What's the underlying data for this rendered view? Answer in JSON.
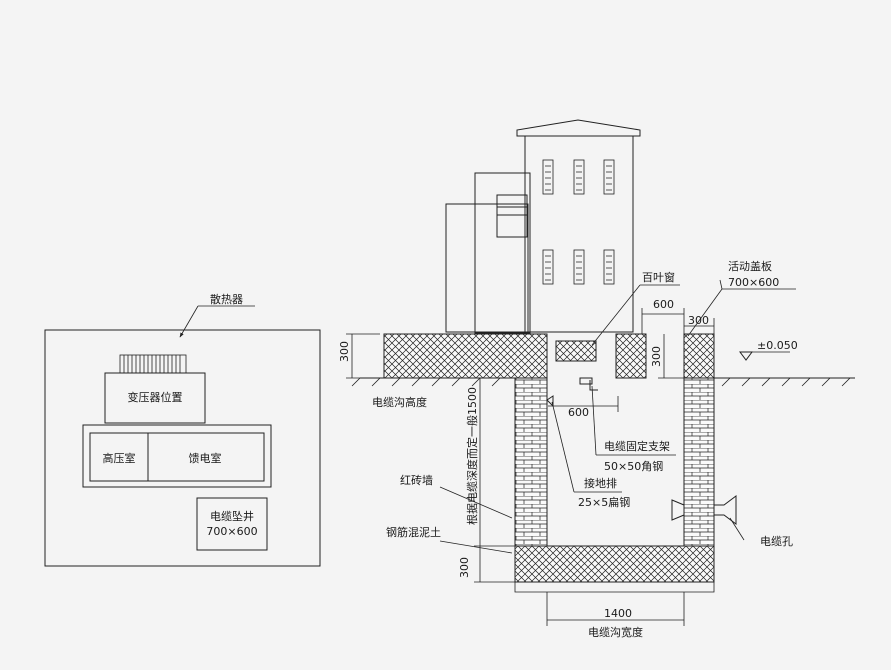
{
  "plan": {
    "radiator": "散热器",
    "transformer": "变压器位置",
    "hv_room": "高压室",
    "feeder_room": "馈电室",
    "shaft_line1": "电缆坠井",
    "shaft_line2": "700×600"
  },
  "section": {
    "louver": "百叶窗",
    "cover_line1": "活动盖板",
    "cover_line2": "700×600",
    "dim_600_top": "600",
    "dim_300_top": "300",
    "dim_300_right": "300",
    "dim_300_left": "300",
    "elevation": "±0.050",
    "trench_height": "电缆沟高度",
    "vertical_note": "根据电缆深度而定一般1500",
    "dim_600_mid": "600",
    "bracket_line1": "电缆固定支架",
    "bracket_line2": "50×50角钢",
    "ground_line1": "接地排",
    "ground_line2": "25×5扁钢",
    "brick_wall": "红砖墙",
    "concrete": "钢筋混泥土",
    "dim_300_bottom": "300",
    "cable_hole": "电缆孔",
    "dim_1400": "1400",
    "trench_width": "电缆沟宽度"
  }
}
